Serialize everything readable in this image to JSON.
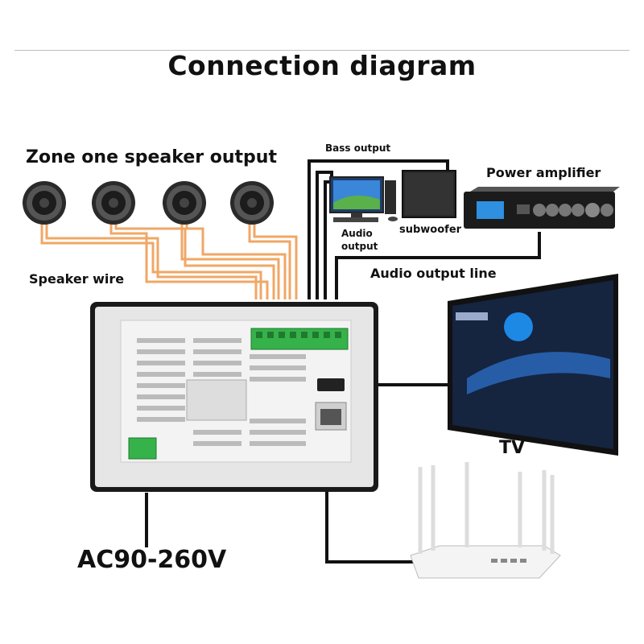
{
  "title": "Connection diagram",
  "labels": {
    "zone_speaker_output": "Zone one speaker output",
    "speaker_wire": "Speaker wire",
    "bass_output": "Bass output",
    "audio_output": "Audio\noutput",
    "subwoofer": "subwoofer",
    "power_amplifier": "Power amplifier",
    "audio_output_line": "Audio output line",
    "tv": "TV",
    "power_input": "AC90-260V"
  },
  "colors": {
    "speaker_wire": "#f0a765",
    "signal_wire": "#111111",
    "panel_frame": "#1a1a1a",
    "panel_body": "#e6e6e6",
    "terminal_green": "#36b24a"
  },
  "icons": [
    "speaker-icon",
    "computer-icon",
    "subwoofer-icon",
    "amplifier-icon",
    "tv-icon",
    "router-icon",
    "rj45-port-icon",
    "hdmi-port-icon"
  ]
}
